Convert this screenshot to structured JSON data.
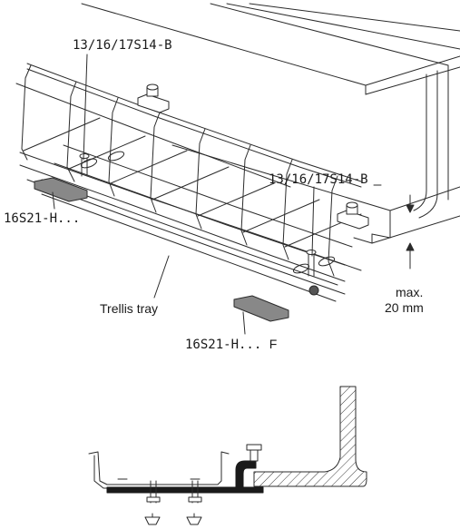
{
  "labels": {
    "part_top_left": "13/16/17S14-B",
    "part_top_right": "13/16/17S14-B",
    "part_bottom_left": "16S21-H...",
    "part_bottom_center": "16S21-H...",
    "part_bottom_center_suffix": "F",
    "tray": "Trellis tray",
    "max_line1": "max.",
    "max_line2": "20 mm"
  },
  "colors": {
    "line": "#2b2b2b",
    "hatch": "#3a3a3a",
    "text": "#1a1a1a"
  }
}
